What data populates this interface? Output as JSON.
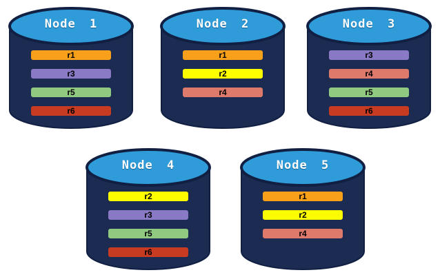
{
  "diagram": {
    "description": "Five database nodes with replicated partitions",
    "colors": {
      "background": "#ffffff",
      "cylinder_body": "#1b2b52",
      "cylinder_outline": "#101f42",
      "cylinder_top": "#2f9cd9",
      "bar_border": "#1b2b52",
      "bar_text": "#000000",
      "title_text": "#ffffff"
    },
    "replica_colors": {
      "r1": "#f9a01a",
      "r2": "#fdfd00",
      "r3": "#8a79c5",
      "r4": "#dd7a6b",
      "r5": "#90c980",
      "r6": "#c73b22"
    },
    "nodes": [
      {
        "label": "Node 1",
        "replicas": [
          "r1",
          "r3",
          "r5",
          "r6"
        ]
      },
      {
        "label": "Node 2",
        "replicas": [
          "r1",
          "r2",
          "r4"
        ]
      },
      {
        "label": "Node 3",
        "replicas": [
          "r3",
          "r4",
          "r5",
          "r6"
        ]
      },
      {
        "label": "Node 4",
        "replicas": [
          "r2",
          "r3",
          "r5",
          "r6"
        ]
      },
      {
        "label": "Node 5",
        "replicas": [
          "r1",
          "r2",
          "r4"
        ]
      }
    ]
  }
}
